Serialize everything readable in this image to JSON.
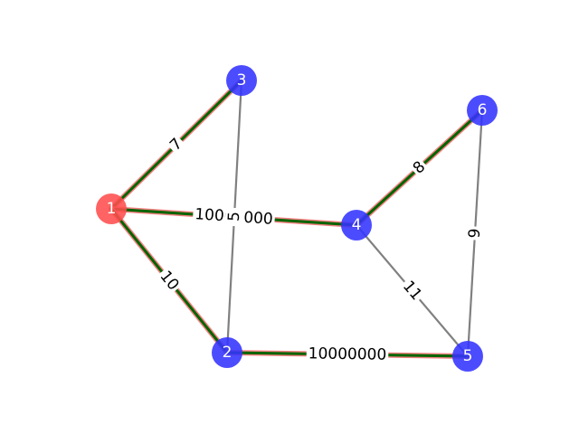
{
  "graph": {
    "nodes": [
      {
        "id": "1",
        "label": "1",
        "color": "#ff4d4d",
        "highlighted": true
      },
      {
        "id": "2",
        "label": "2",
        "color": "#3333ff",
        "highlighted": false
      },
      {
        "id": "3",
        "label": "3",
        "color": "#3333ff",
        "highlighted": false
      },
      {
        "id": "4",
        "label": "4",
        "color": "#3333ff",
        "highlighted": false
      },
      {
        "id": "5",
        "label": "5",
        "color": "#3333ff",
        "highlighted": false
      },
      {
        "id": "6",
        "label": "6",
        "color": "#3333ff",
        "highlighted": false
      }
    ],
    "edges": [
      {
        "source": "1",
        "target": "3",
        "weight": "7",
        "in_path": true
      },
      {
        "source": "1",
        "target": "4",
        "weight": "10000000",
        "in_path": true
      },
      {
        "source": "1",
        "target": "2",
        "weight": "10",
        "in_path": true
      },
      {
        "source": "3",
        "target": "2",
        "weight": "5",
        "in_path": false
      },
      {
        "source": "2",
        "target": "5",
        "weight": "10000000",
        "in_path": true
      },
      {
        "source": "4",
        "target": "6",
        "weight": "8",
        "in_path": true
      },
      {
        "source": "4",
        "target": "5",
        "weight": "11",
        "in_path": false
      },
      {
        "source": "6",
        "target": "5",
        "weight": "9",
        "in_path": false
      }
    ],
    "colors": {
      "edge_default": "#808080",
      "path_outer": "#f08080",
      "path_inner": "#006400",
      "node_default": "#3333ff",
      "node_highlight": "#ff4d4d"
    }
  }
}
